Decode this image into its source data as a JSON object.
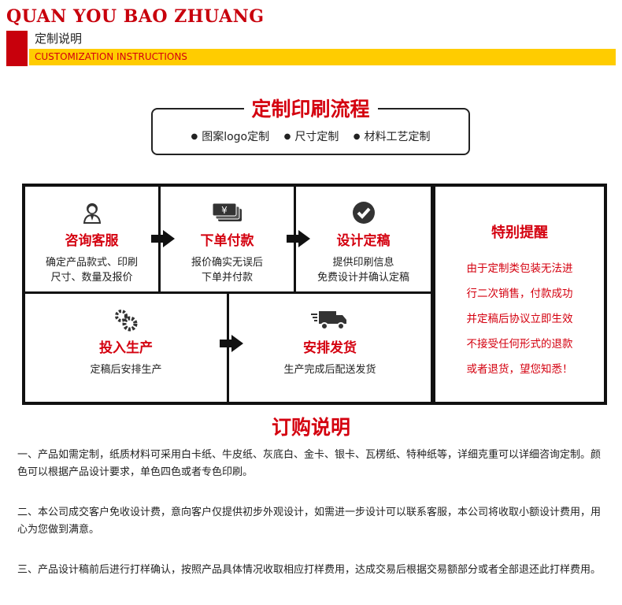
{
  "header": {
    "brand": "QUAN YOU BAO ZHUANG",
    "title_cn": "定制说明",
    "title_en": "CUSTOMIZATION INSTRUCTIONS"
  },
  "flow": {
    "title": "定制印刷流程",
    "items": [
      "图案logo定制",
      "尺寸定制",
      "材料工艺定制"
    ]
  },
  "steps": [
    {
      "title": "咨询客服",
      "lines": [
        "确定产品款式、印刷",
        "尺寸、数量及报价"
      ],
      "icon": "customer-service-icon"
    },
    {
      "title": "下单付款",
      "lines": [
        "报价确实无误后",
        "下单并付款"
      ],
      "icon": "yen-money-icon"
    },
    {
      "title": "设计定稿",
      "lines": [
        "提供印刷信息",
        "免费设计并确认定稿"
      ],
      "icon": "check-circle-icon"
    },
    {
      "title": "投入生产",
      "lines": [
        "定稿后安排生产"
      ],
      "icon": "gears-icon"
    },
    {
      "title": "安排发货",
      "lines": [
        "生产完成后配送发货"
      ],
      "icon": "delivery-truck-icon"
    }
  ],
  "notice": {
    "title": "特别提醒",
    "lines": [
      "由于定制类包装无法进",
      "行二次销售，付款成功",
      "并定稿后协议立即生效",
      "不接受任何形式的退款",
      "或者退货，望您知悉！"
    ]
  },
  "order": {
    "title": "订购说明",
    "paragraphs": [
      "一、产品如需定制，纸质材料可采用白卡纸、牛皮纸、灰底白、金卡、银卡、瓦楞纸、特种纸等，详细克重可以详细咨询定制。颜色可以根据产品设计要求，单色四色或者专色印刷。",
      "二、本公司成交客户免收设计费，意向客户仅提供初步外观设计，如需进一步设计可以联系客服，本公司将收取小额设计费用，用心为您做到满意。",
      "三、产品设计稿前后进行打样确认，按照产品具体情况收取相应打样费用，达成交易后根据交易额部分或者全部退还此打样费用。"
    ]
  },
  "colors": {
    "red": "#d4000f",
    "yellow": "#ffcc00"
  }
}
